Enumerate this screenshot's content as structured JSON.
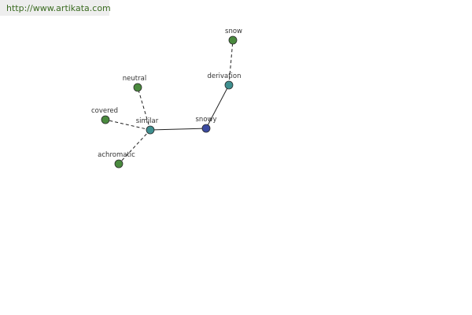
{
  "header": {
    "source_url": "http://www.artikata.com"
  },
  "colors": {
    "leaf": "#4a8a3e",
    "hub": "#3e8f8f",
    "center": "#3b4aa0"
  },
  "graph": {
    "nodes": [
      {
        "id": "snow",
        "label": "snow",
        "kind": "leaf"
      },
      {
        "id": "derivation",
        "label": "derivation",
        "kind": "hub"
      },
      {
        "id": "snowy",
        "label": "snowy",
        "kind": "center"
      },
      {
        "id": "similar",
        "label": "similar",
        "kind": "hub"
      },
      {
        "id": "neutral",
        "label": "neutral",
        "kind": "leaf"
      },
      {
        "id": "covered",
        "label": "covered",
        "kind": "leaf"
      },
      {
        "id": "achromatic",
        "label": "achromatic",
        "kind": "leaf"
      }
    ],
    "edges": [
      {
        "from": "snowy",
        "to": "derivation",
        "style": "solid"
      },
      {
        "from": "snowy",
        "to": "similar",
        "style": "solid"
      },
      {
        "from": "derivation",
        "to": "snow",
        "style": "dashed"
      },
      {
        "from": "similar",
        "to": "neutral",
        "style": "dashed"
      },
      {
        "from": "similar",
        "to": "covered",
        "style": "dashed"
      },
      {
        "from": "similar",
        "to": "achromatic",
        "style": "dashed"
      }
    ]
  }
}
